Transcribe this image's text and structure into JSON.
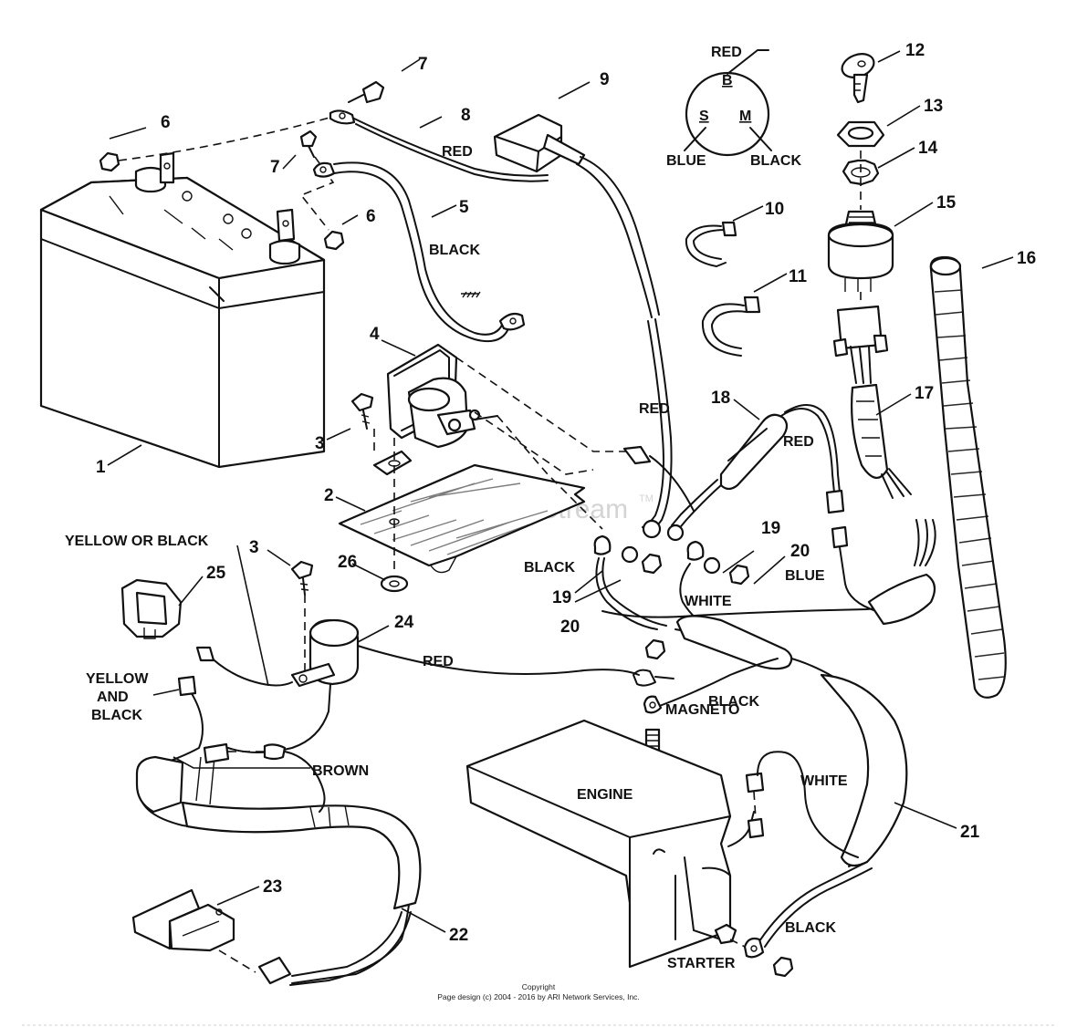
{
  "wire_labels": {
    "red_top": "RED",
    "red_mid": "RED",
    "red_fuse": "RED",
    "red_low": "RED",
    "black_5": "BLACK",
    "black_term": "BLACK",
    "black_ground": "BLACK",
    "black_starter": "BLACK",
    "white_term": "WHITE",
    "white_engine": "WHITE",
    "blue_term": "BLUE",
    "yellow_or_black": "YELLOW OR BLACK",
    "yellow_and_black_1": "YELLOW",
    "yellow_and_black_2": "AND",
    "yellow_and_black_3": "BLACK",
    "brown": "BROWN",
    "magneto": "MAGNETO",
    "engine": "ENGINE",
    "starter": "STARTER"
  },
  "switch_diagram": {
    "top_wire": "RED",
    "terminal_b": "B",
    "terminal_s": "S",
    "terminal_m": "M",
    "left_wire": "BLUE",
    "right_wire": "BLACK"
  },
  "part_numbers": [
    "1",
    "2",
    "3",
    "3",
    "4",
    "5",
    "6",
    "6",
    "7",
    "7",
    "8",
    "9",
    "10",
    "11",
    "12",
    "13",
    "14",
    "15",
    "16",
    "17",
    "18",
    "19",
    "19",
    "20",
    "20",
    "21",
    "22",
    "23",
    "24",
    "25",
    "26"
  ],
  "watermark": "ARI PartStream",
  "watermark_tm": "TM",
  "copyright_line1": "Copyright",
  "copyright_line2": "Page design (c) 2004 - 2016 by ARI Network Services, Inc."
}
